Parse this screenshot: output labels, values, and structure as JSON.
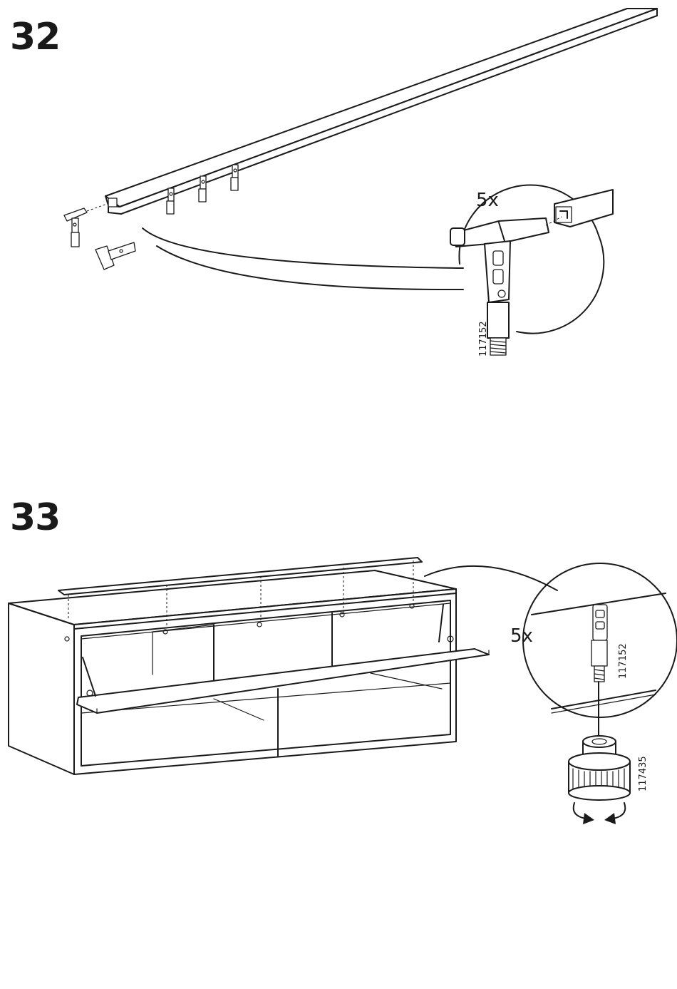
{
  "steps": [
    {
      "number": "32",
      "quantity": "5x",
      "part_number": "117152"
    },
    {
      "number": "33",
      "quantity": "5x",
      "part_number_connector": "117152",
      "part_number_knob": "117435"
    }
  ]
}
